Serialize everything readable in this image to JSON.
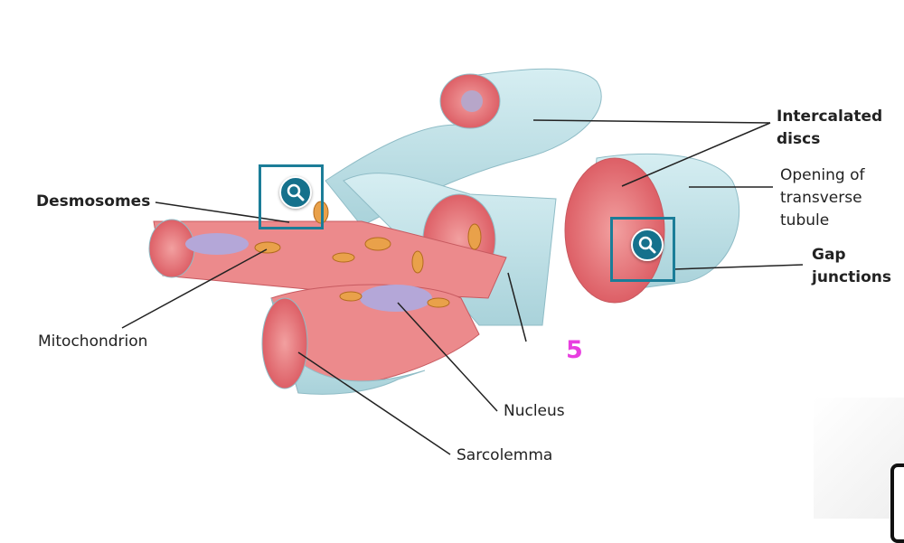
{
  "figure_number": "5",
  "labels": {
    "intercalated_discs": [
      "Intercalated",
      "discs"
    ],
    "opening_transverse_tubule": [
      "Opening of",
      "transverse",
      "tubule"
    ],
    "gap_junctions": [
      "Gap",
      "junctions"
    ],
    "desmosomes": "Desmosomes",
    "mitochondrion": "Mitochondrion",
    "nucleus": "Nucleus",
    "sarcolemma": "Sarcolemma"
  },
  "zoom_buttons": [
    {
      "icon": "magnifier-icon",
      "target": "desmosomes"
    },
    {
      "icon": "magnifier-icon",
      "target": "gap-junctions"
    }
  ],
  "colors": {
    "accent": "#1b7d98",
    "membrane": "#bfe0e6",
    "muscle": "#e9777b",
    "figure_number": "#e83ee0"
  }
}
